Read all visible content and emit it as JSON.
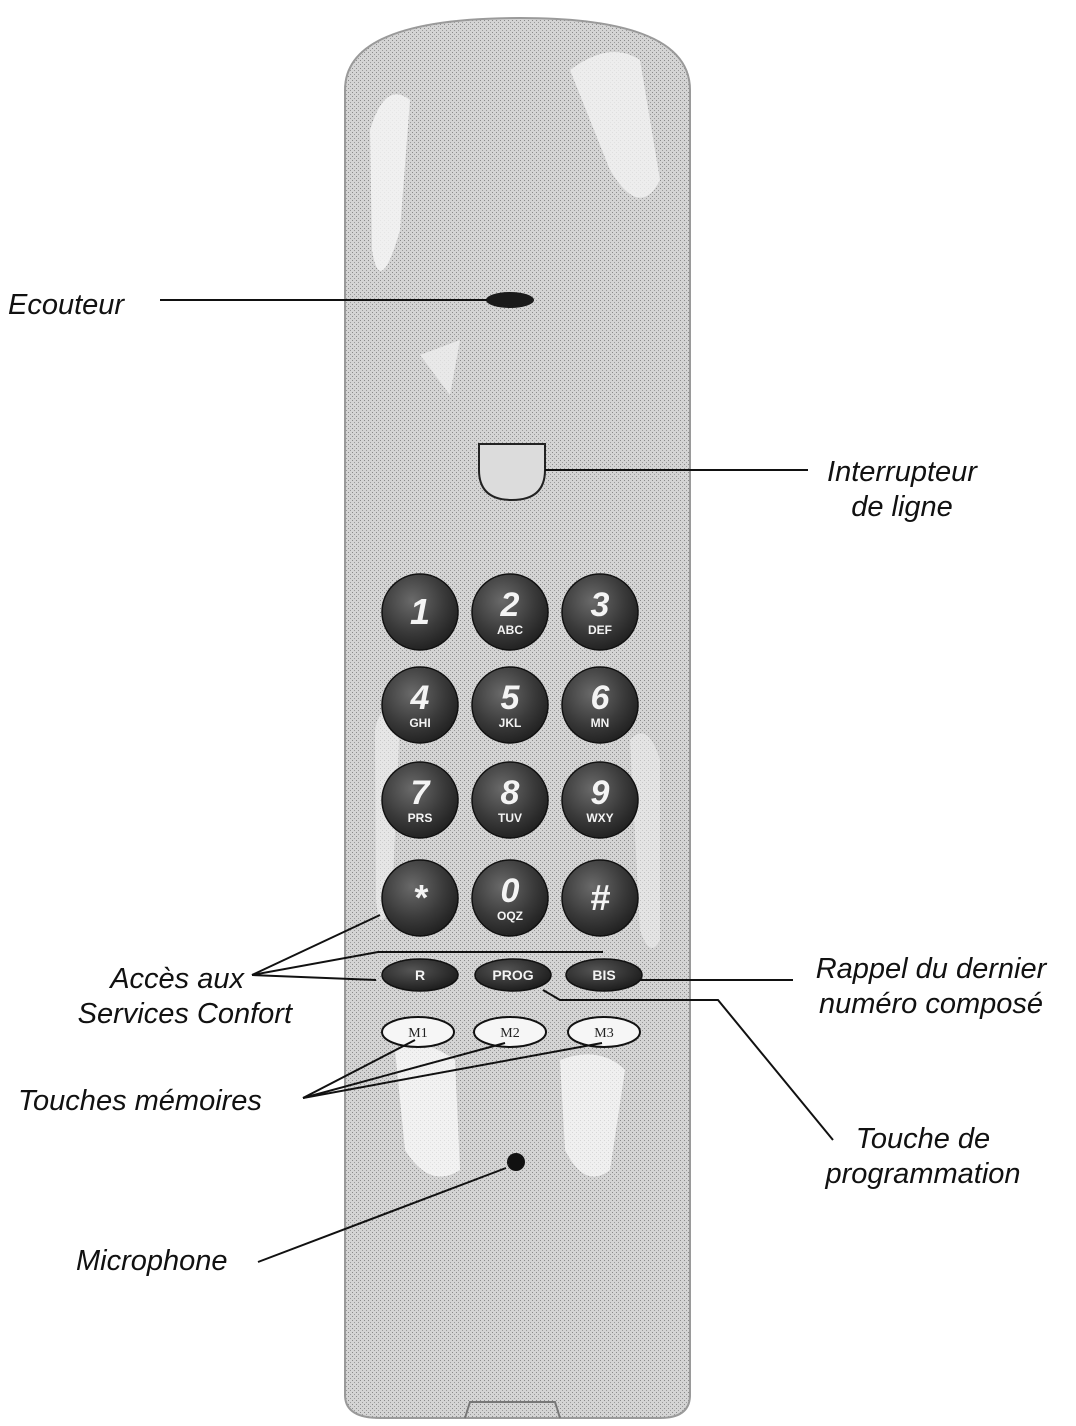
{
  "labels": {
    "ecouteur": "Ecouteur",
    "interrupteur_1": "Interrupteur",
    "interrupteur_2": "de ligne",
    "acces_1": "Accès aux",
    "acces_2": "Services Confort",
    "rappel_1": "Rappel du dernier",
    "rappel_2": "numéro composé",
    "touches_memoires": "Touches mémoires",
    "touche_prog_1": "Touche de",
    "touche_prog_2": "programmation",
    "microphone": "Microphone"
  },
  "keypad": [
    {
      "digit": "1",
      "letters": ""
    },
    {
      "digit": "2",
      "letters": "ABC"
    },
    {
      "digit": "3",
      "letters": "DEF"
    },
    {
      "digit": "4",
      "letters": "GHI"
    },
    {
      "digit": "5",
      "letters": "JKL"
    },
    {
      "digit": "6",
      "letters": "MN"
    },
    {
      "digit": "7",
      "letters": "PRS"
    },
    {
      "digit": "8",
      "letters": "TUV"
    },
    {
      "digit": "9",
      "letters": "WXY"
    },
    {
      "digit": "*",
      "letters": ""
    },
    {
      "digit": "0",
      "letters": "OQZ"
    },
    {
      "digit": "#",
      "letters": ""
    }
  ],
  "function_keys": [
    "R",
    "PROG",
    "BIS"
  ],
  "memory_keys": [
    "M1",
    "M2",
    "M3"
  ]
}
